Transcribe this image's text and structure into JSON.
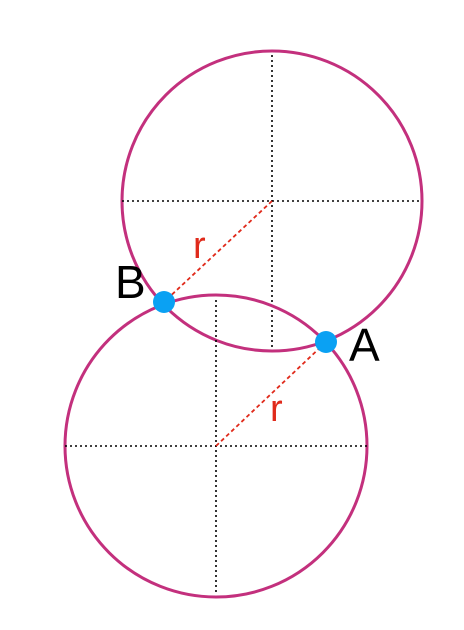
{
  "labels": {
    "point_a": "A",
    "point_b": "B",
    "radius_top": "r",
    "radius_bottom": "r"
  },
  "colors": {
    "circle": "#c3307d",
    "point": "#0aa1f3",
    "radius": "#e02a1b",
    "radius_label": "#e02a1b",
    "axes": "#000000"
  }
}
